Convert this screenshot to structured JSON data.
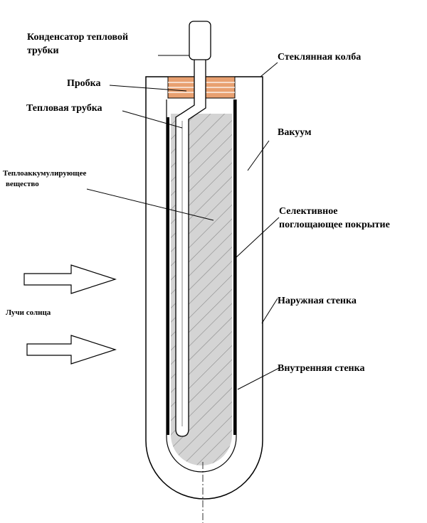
{
  "labels": {
    "condenser_line1": "Конденсатор тепловой",
    "condenser_line2": "трубки",
    "glass_bulb": "Стеклянная колба",
    "plug": "Пробка",
    "heat_pipe": "Тепловая трубка",
    "vacuum": "Вакуум",
    "heat_storage_line1": "Теплоаккумулирующее",
    "heat_storage_line2": "вещество",
    "selective_line1": "Селективное",
    "selective_line2": "поглощающее покрытие",
    "sun_rays": "Лучи солнца",
    "outer_wall": "Наружная стенка",
    "inner_wall": "Внутренняя стенка"
  },
  "colors": {
    "plug_fill": "#e8a070",
    "storage_fill": "#d4d4d4",
    "hatch": "#8a8a8a",
    "line": "#000000"
  }
}
